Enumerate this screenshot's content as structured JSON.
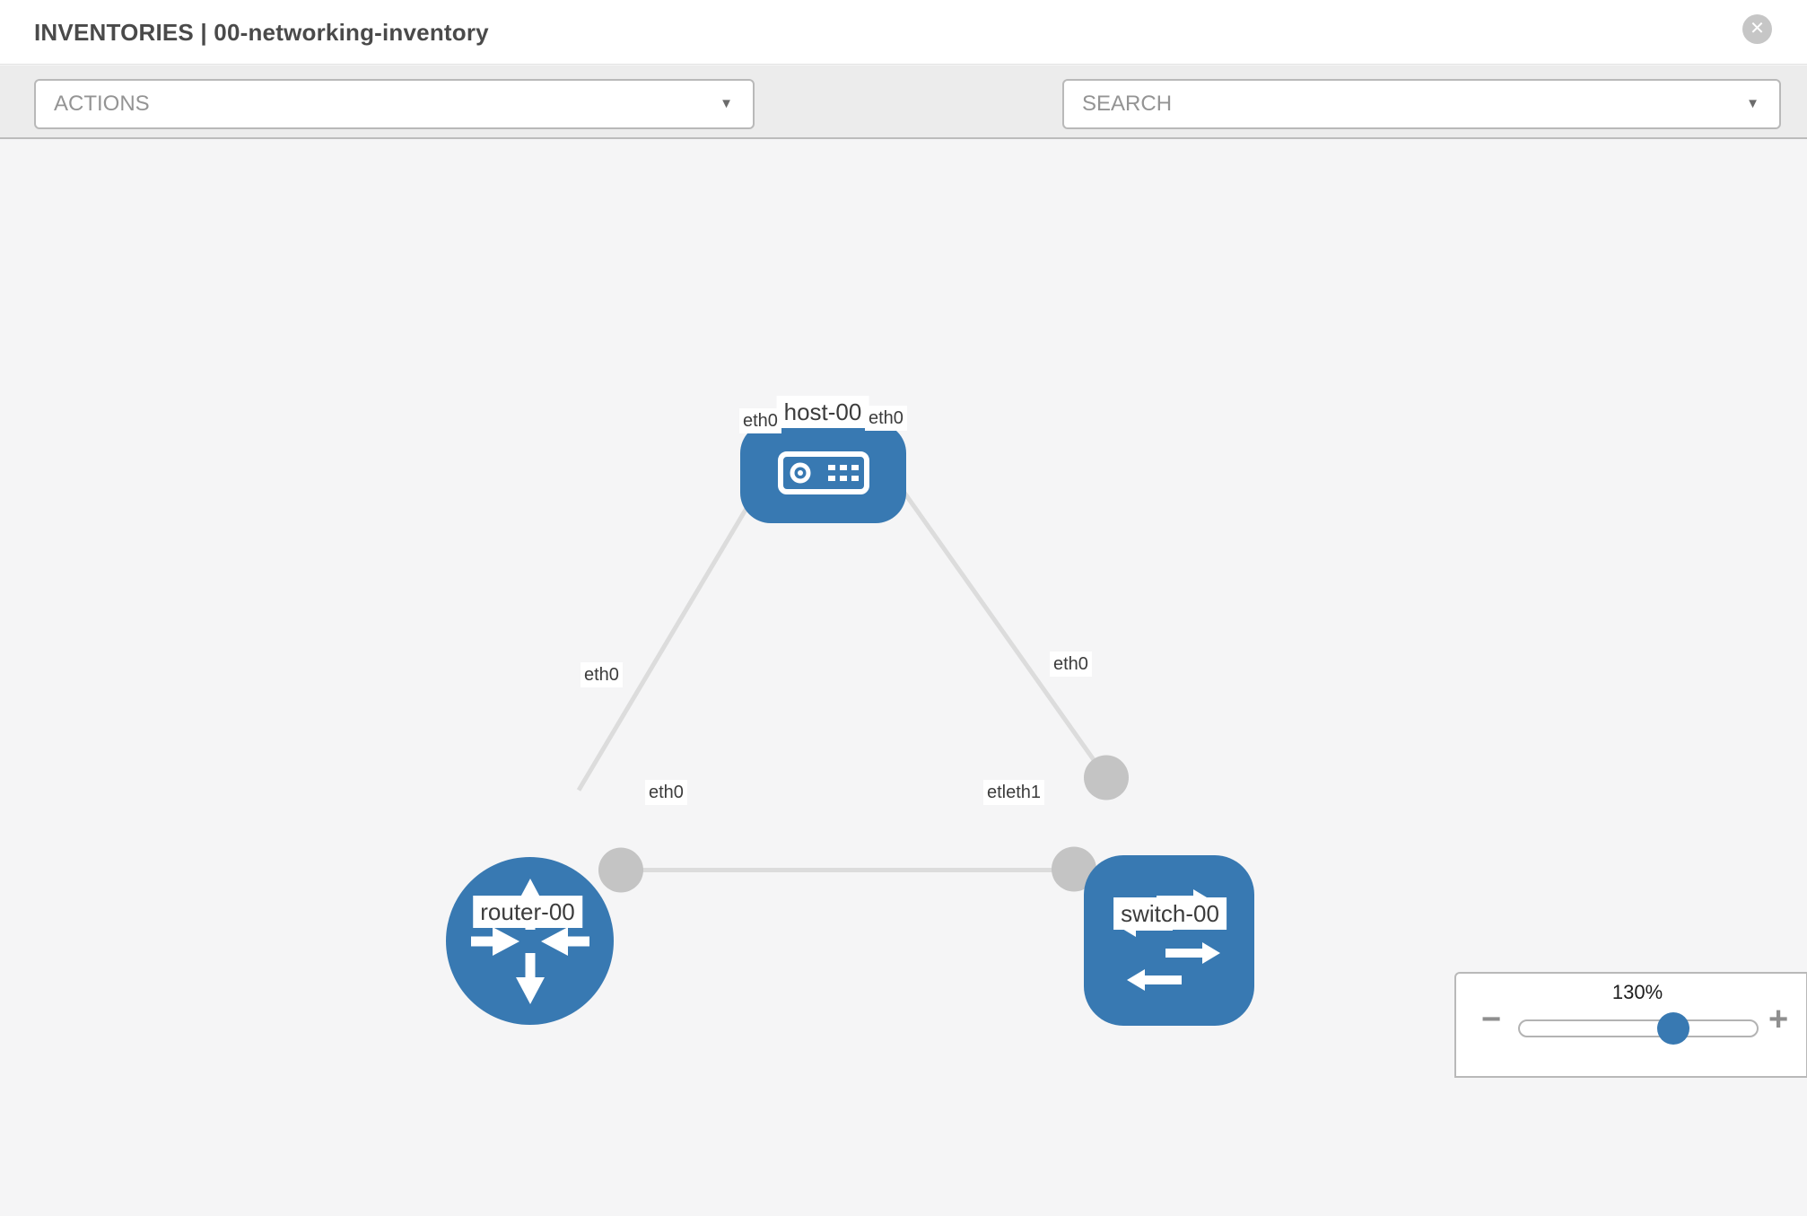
{
  "header": {
    "title": "INVENTORIES | 00-networking-inventory",
    "close_label": "✕"
  },
  "toolbar": {
    "actions_placeholder": "ACTIONS",
    "search_placeholder": "SEARCH",
    "caret": "▼",
    "tools": [
      {
        "icon": "wrench-icon"
      },
      {
        "icon": "key-icon"
      }
    ]
  },
  "topology": {
    "nodes": [
      {
        "label": "host-00",
        "type": "host"
      },
      {
        "label": "router-00",
        "type": "router"
      },
      {
        "label": "switch-00",
        "type": "switch"
      }
    ],
    "interface_labels": [
      {
        "text": "eth0"
      },
      {
        "text": "eth0"
      },
      {
        "text": "eth0"
      },
      {
        "text": "eth0"
      },
      {
        "text": "eth0"
      },
      {
        "text": "etleth1"
      }
    ],
    "links": [
      {
        "from": "host-00",
        "to": "router-00"
      },
      {
        "from": "host-00",
        "to": "switch-00"
      },
      {
        "from": "router-00",
        "to": "switch-00"
      }
    ]
  },
  "zoom_control": {
    "level": "130%",
    "zoom_out": "−",
    "zoom_in": "+"
  },
  "colors": {
    "node_blue": "#3879b2",
    "link_gray": "#dcdcdc",
    "connector_gray": "#c4c4c4",
    "toolbar_bg": "#ececec",
    "canvas_bg": "#f5f5f6"
  }
}
